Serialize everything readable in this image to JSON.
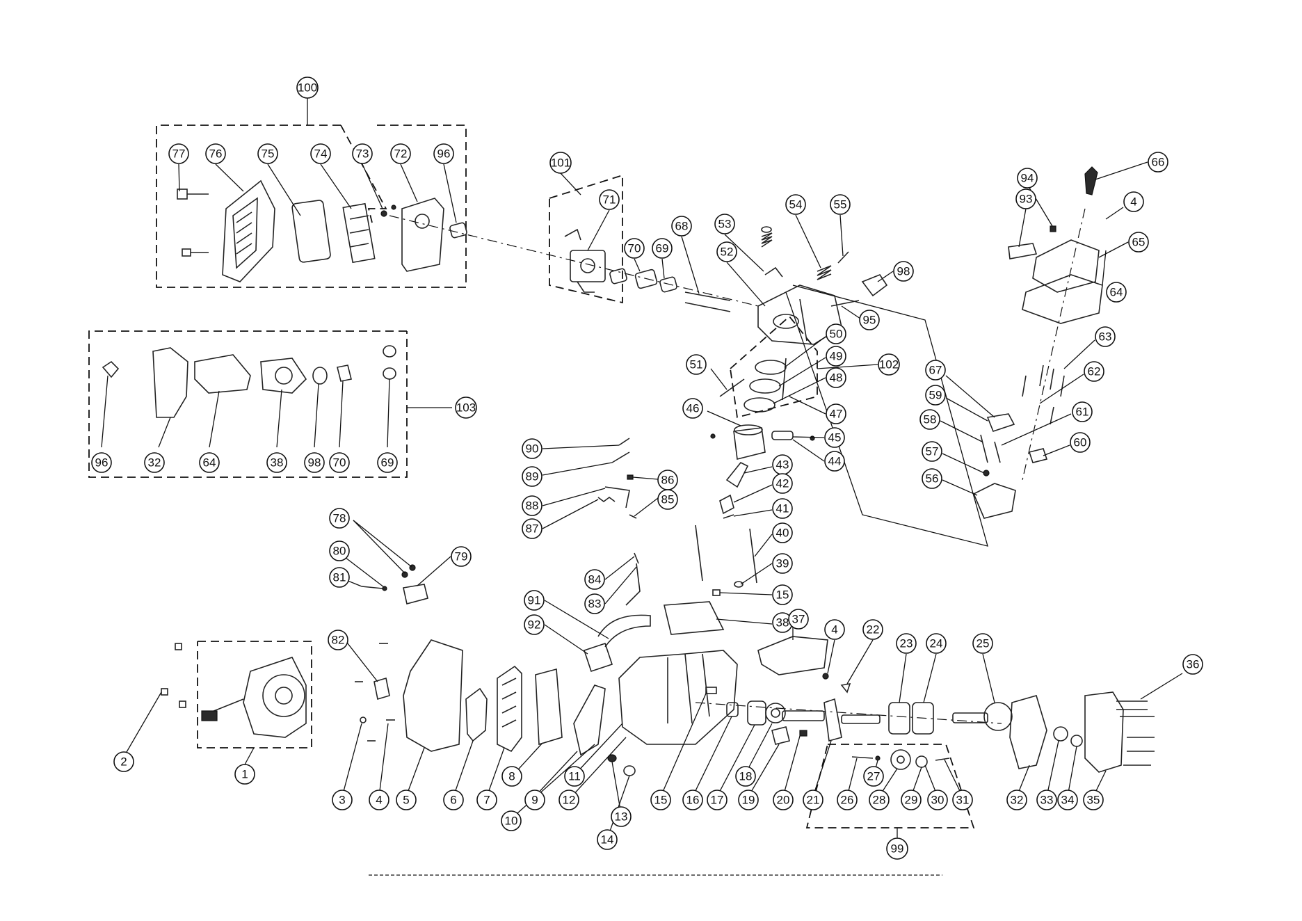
{
  "callouts": {
    "c100": "100",
    "c77": "77",
    "c76": "76",
    "c75": "75",
    "c74": "74",
    "c73": "73",
    "c72": "72",
    "c96a": "96",
    "c101": "101",
    "c71": "71",
    "c70a": "70",
    "c69a": "69",
    "c68": "68",
    "c53": "53",
    "c54": "54",
    "c55": "55",
    "c52": "52",
    "c98a": "98",
    "c95": "95",
    "c50": "50",
    "c49": "49",
    "c48": "48",
    "c102": "102",
    "c47": "47",
    "c51": "51",
    "c46": "46",
    "c45": "45",
    "c44": "44",
    "c43": "43",
    "c42": "42",
    "c41": "41",
    "c40": "40",
    "c39": "39",
    "c15a": "15",
    "c38a": "38",
    "c37": "37",
    "c94": "94",
    "c93": "93",
    "c66": "66",
    "c4a": "4",
    "c65": "65",
    "c64a": "64",
    "c63": "63",
    "c62": "62",
    "c67": "67",
    "c59": "59",
    "c58": "58",
    "c61": "61",
    "c57": "57",
    "c60": "60",
    "c56": "56",
    "c96b": "96",
    "c32a": "32",
    "c64b": "64",
    "c38b": "38",
    "c98b": "98",
    "c70b": "70",
    "c69b": "69",
    "c103": "103",
    "c90": "90",
    "c89": "89",
    "c88": "88",
    "c87": "87",
    "c86": "86",
    "c85": "85",
    "c84": "84",
    "c83": "83",
    "c91": "91",
    "c92": "92",
    "c78": "78",
    "c80": "80",
    "c79": "79",
    "c81": "81",
    "c82": "82",
    "c2": "2",
    "c1": "1",
    "c3": "3",
    "c4b": "4",
    "c5": "5",
    "c6": "6",
    "c7": "7",
    "c8": "8",
    "c9": "9",
    "c10": "10",
    "c11": "11",
    "c12": "12",
    "c13": "13",
    "c14": "14",
    "c15b": "15",
    "c16": "16",
    "c17": "17",
    "c18": "18",
    "c19": "19",
    "c20": "20",
    "c21": "21",
    "c4c": "4",
    "c22": "22",
    "c23": "23",
    "c24": "24",
    "c25": "25",
    "c26": "26",
    "c27": "27",
    "c28": "28",
    "c29": "29",
    "c30": "30",
    "c31": "31",
    "c99": "99",
    "c32b": "32",
    "c33": "33",
    "c34": "34",
    "c35": "35",
    "c36": "36"
  }
}
